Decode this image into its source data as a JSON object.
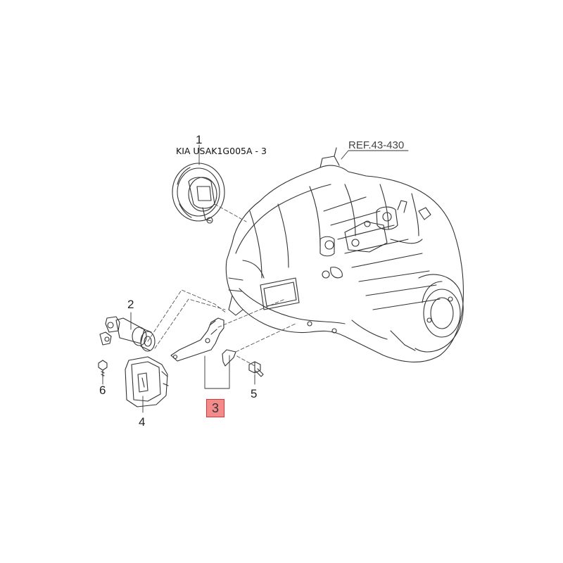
{
  "diagram": {
    "document_code": "KIA USAK1G005A - 3",
    "reference": "REF.43-430",
    "highlighted_part": "3",
    "callouts": [
      {
        "id": "p1",
        "label": "1"
      },
      {
        "id": "p2",
        "label": "2"
      },
      {
        "id": "p3",
        "label": "3"
      },
      {
        "id": "p4",
        "label": "4"
      },
      {
        "id": "p5",
        "label": "5"
      },
      {
        "id": "p6",
        "label": "6"
      }
    ],
    "highlight_color": "#f48a8a"
  }
}
